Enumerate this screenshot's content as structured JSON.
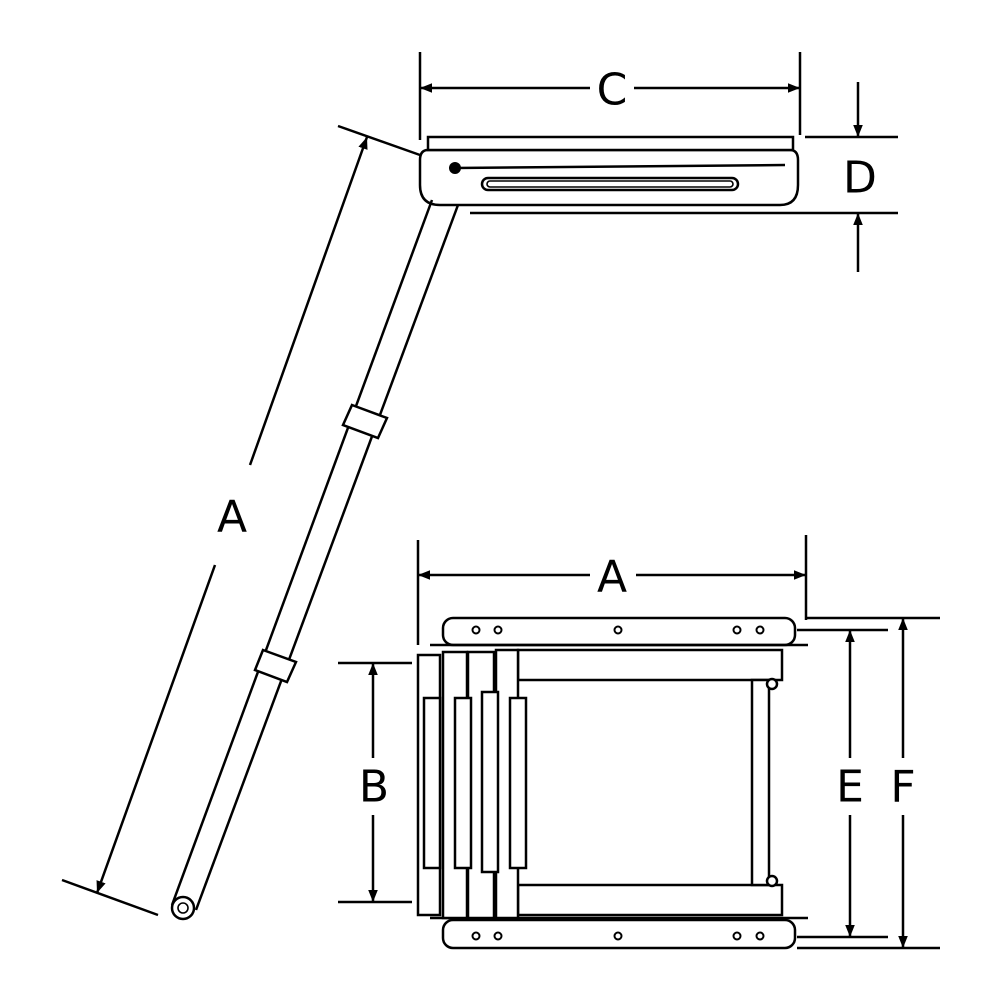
{
  "labels": {
    "side_length": "A",
    "width": "C",
    "depth": "D",
    "folded_length": "A",
    "step_width": "B",
    "inner_height": "E",
    "overall_height": "F"
  },
  "colors": {
    "line": "#000000",
    "background": "#ffffff"
  }
}
